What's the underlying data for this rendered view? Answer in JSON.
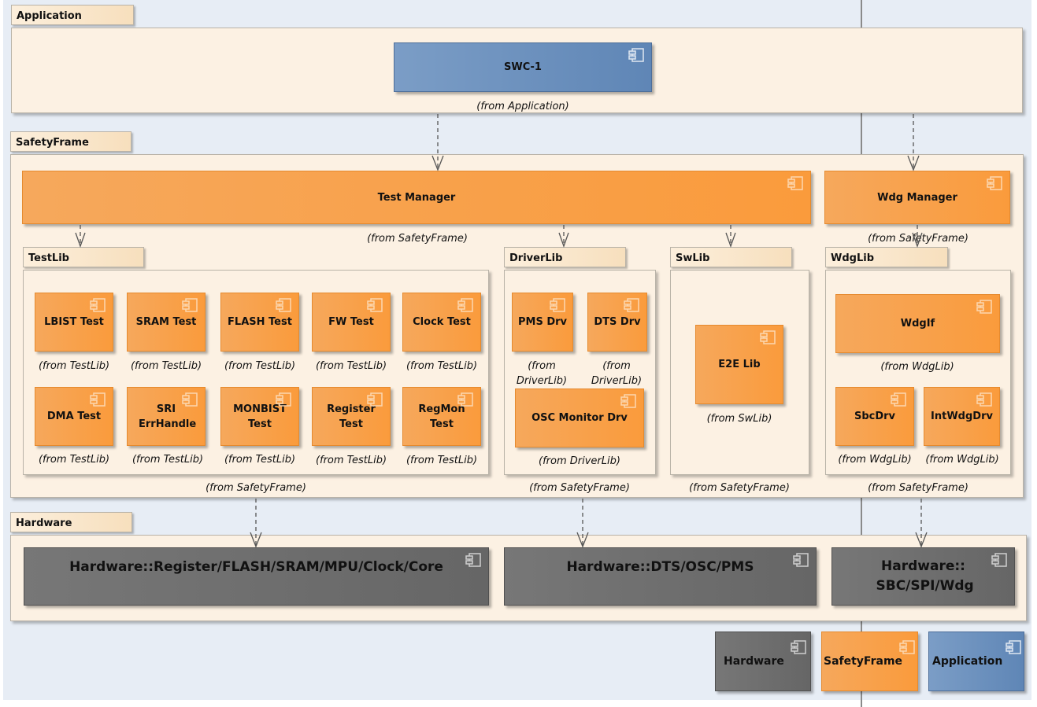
{
  "colors": {
    "orange": "#fa9b3c",
    "blue": "#6a8fbd",
    "gray": "#6e6e6e",
    "package": "#fcf1e3"
  },
  "icon": "component-icon",
  "packages": {
    "application": "Application",
    "safety_frame": "SafetyFrame",
    "test_lib": "TestLib",
    "driver_lib": "DriverLib",
    "sw_lib": "SwLib",
    "wdg_lib": "WdgLib",
    "hardware": "Hardware"
  },
  "components": {
    "swc1": {
      "name": "SWC-1",
      "from": "(from Application)"
    },
    "test_manager": {
      "name": "Test Manager",
      "from": "(from SafetyFrame)"
    },
    "wdg_manager": {
      "name": "Wdg Manager",
      "from": "(from SafetyFrame)"
    },
    "lbist": {
      "name": "LBIST Test",
      "from": "(from TestLib)"
    },
    "sram": {
      "name": "SRAM Test",
      "from": "(from TestLib)"
    },
    "flash": {
      "name": "FLASH Test",
      "from": "(from TestLib)"
    },
    "fw": {
      "name": "FW Test",
      "from": "(from TestLib)"
    },
    "clock": {
      "name": "Clock Test",
      "from": "(from TestLib)"
    },
    "dma": {
      "name": "DMA Test",
      "from": "(from TestLib)"
    },
    "sri": {
      "name": "SRI ErrHandle",
      "from": "(from TestLib)"
    },
    "monbist": {
      "name": "MONBIST Test",
      "from": "(from TestLib)"
    },
    "register": {
      "name": "Register Test",
      "from": "(from TestLib)"
    },
    "regmon": {
      "name": "RegMon Test",
      "from": "(from TestLib)"
    },
    "pms": {
      "name": "PMS Drv",
      "from": "(from DriverLib)"
    },
    "dts": {
      "name": "DTS Drv",
      "from": "(from DriverLib)"
    },
    "osc": {
      "name": "OSC Monitor Drv",
      "from": "(from DriverLib)"
    },
    "e2e": {
      "name": "E2E Lib",
      "from": "(from SwLib)"
    },
    "wdgif": {
      "name": "WdgIf",
      "from": "(from WdgLib)"
    },
    "sbcdrv": {
      "name": "SbcDrv",
      "from": "(from WdgLib)"
    },
    "intwdgdrv": {
      "name": "IntWdgDrv",
      "from": "(from WdgLib)"
    },
    "hw_core": {
      "name": "Hardware::Register/FLASH/SRAM/MPU/Clock/Core"
    },
    "hw_dts": {
      "name": "Hardware::DTS/OSC/PMS"
    },
    "hw_sbc": {
      "name": "Hardware:: SBC/SPI/Wdg"
    }
  },
  "package_from": {
    "test_lib": "(from SafetyFrame)",
    "driver_lib": "(from SafetyFrame)",
    "sw_lib": "(from SafetyFrame)",
    "wdg_lib": "(from SafetyFrame)"
  },
  "legend": {
    "hardware": "Hardware",
    "safety_frame": "SafetyFrame",
    "application": "Application"
  }
}
